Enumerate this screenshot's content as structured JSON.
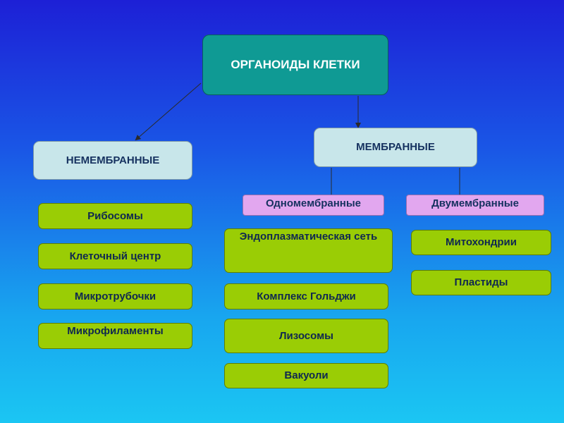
{
  "root": {
    "label": "ОРГАНОИДЫ КЛЕТКИ"
  },
  "non_membrane": {
    "label": "НЕМЕМБРАННЫЕ",
    "items": [
      "Рибосомы",
      "Клеточный центр",
      "Микротрубочки",
      "Микрофиламенты"
    ]
  },
  "membrane": {
    "label": "МЕМБРАННЫЕ",
    "single": {
      "label": "Одномембранные",
      "items": [
        "Эндоплазматическая сеть",
        "Комплекс Гольджи",
        "Лизосомы",
        "Вакуоли"
      ]
    },
    "double": {
      "label": "Двумембранные",
      "items": [
        "Митохондрии",
        "Пластиды"
      ]
    }
  },
  "colors": {
    "background_top": "#1d20d6",
    "background_bottom": "#1bc6f3",
    "root_fill": "#0f9a94",
    "category_fill": "#c8e6ea",
    "subcategory_fill": "#e2a7ef",
    "item_fill": "#9acd05"
  }
}
